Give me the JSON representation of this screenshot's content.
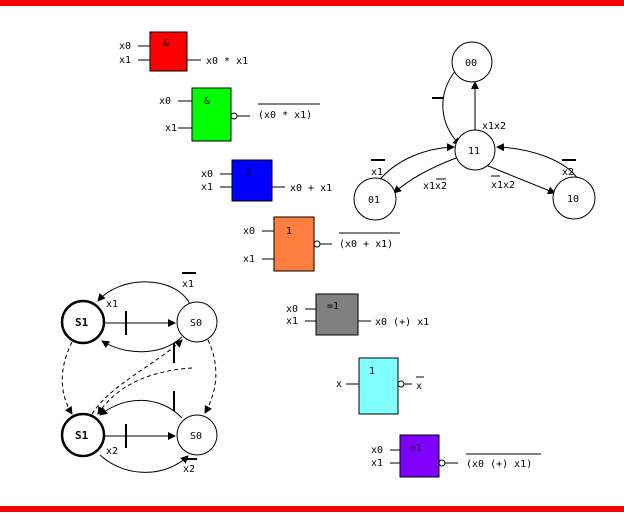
{
  "colors": {
    "frame_red": "#ff0000",
    "and": "#ff0000",
    "nand": "#00ff00",
    "or": "#0000ff",
    "nor": "#ff7f40",
    "xor": "#808080",
    "not": "#80ffff",
    "xnor": "#8000ff"
  },
  "gates": {
    "and": {
      "in1": "x0",
      "in2": "x1",
      "symbol": "&",
      "out": "x0 * x1"
    },
    "nand": {
      "in1": "x0",
      "in2": "x1",
      "symbol": "&",
      "out": "(x0 * x1)"
    },
    "or": {
      "in1": "x0",
      "in2": "x1",
      "symbol": "1",
      "out": "x0 + x1"
    },
    "nor": {
      "in1": "x0",
      "in2": "x1",
      "symbol": "1",
      "out": "(x0 + x1)"
    },
    "xor": {
      "in1": "x0",
      "in2": "x1",
      "symbol": "=1",
      "out": "x0 (+) x1"
    },
    "not": {
      "in1": "x",
      "symbol": "1",
      "out": "x"
    },
    "xnor": {
      "in1": "x0",
      "in2": "x1",
      "symbol": "=1",
      "out": "(x0 (+) x1)"
    }
  },
  "state_graph": {
    "states": {
      "s00": "00",
      "s11": "11",
      "s01": "01",
      "s10": "10"
    },
    "edges": {
      "self_bar": "",
      "x1x2": "x1x2",
      "x1": "x1",
      "x1_x2bar": "x1x2",
      "x1bar_x2": "x1x2",
      "x2": "x2"
    }
  },
  "latch_diagram": {
    "states": {
      "top_s1": "S1",
      "top_s0": "S0",
      "bot_s1": "S1",
      "bot_s0": "S0"
    },
    "labels": {
      "x1bar": "x1",
      "x1": "x1",
      "x2": "x2",
      "x2bar": "x2"
    }
  }
}
